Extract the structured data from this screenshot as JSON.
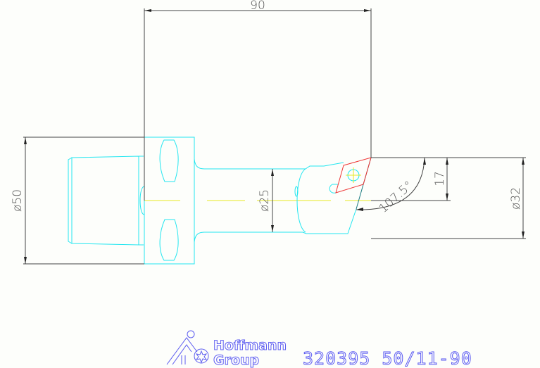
{
  "drawing": {
    "dimensions": {
      "length": "90",
      "flange_diameter": "ø50",
      "shank_diameter": "ø25",
      "head_diameter": "ø32",
      "offset": "17",
      "angle": "107.5°"
    },
    "title_block": {
      "brand_line1": "Hoffmann",
      "brand_line2": "Group",
      "reference": "320395 50/11-90"
    },
    "colors": {
      "outline": "#22e6f0",
      "insert": "#ee3333",
      "centerline": "#e8e820",
      "dimension": "#444444",
      "brand": "#5b5bf0"
    }
  }
}
